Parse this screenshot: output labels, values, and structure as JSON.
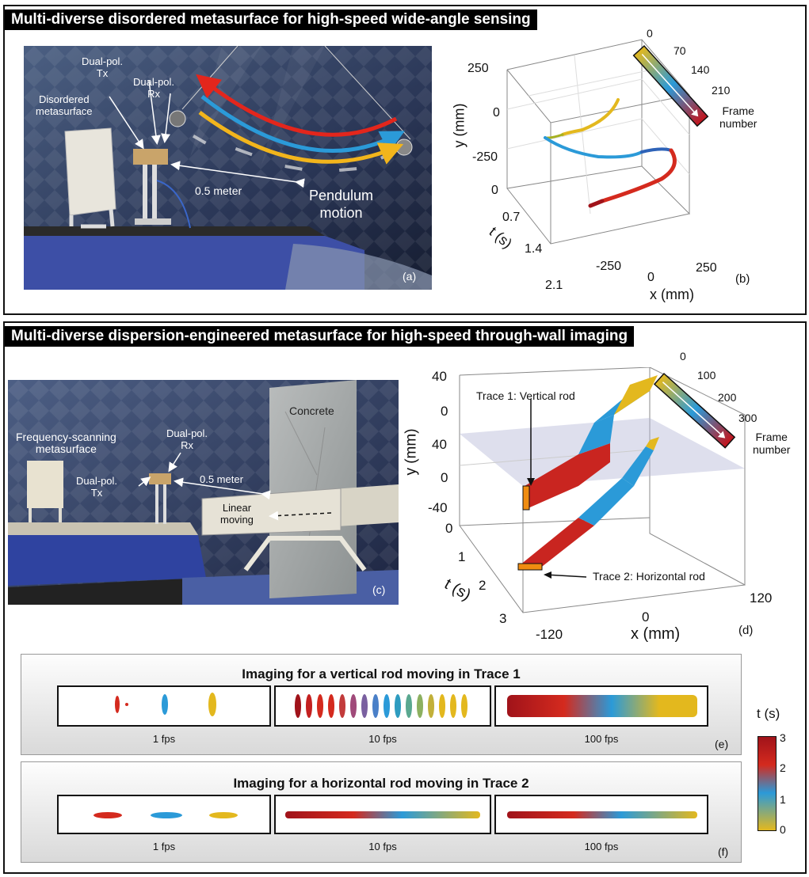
{
  "top": {
    "banner": "Multi-diverse disordered metasurface for high-speed wide-angle sensing",
    "photo": {
      "dual_tx": "Dual-pol.\nTx",
      "dual_rx": "Dual-pol.\nRx",
      "metasurface": "Disordered\nmetasurface",
      "distance": "0.5 meter",
      "motion": "Pendulum\nmotion",
      "panel": "(a)"
    },
    "plot": {
      "panel": "(b)",
      "ylabel": "y (mm)",
      "tlabel": "t (s)",
      "xlabel": "x (mm)",
      "yticks": [
        "250",
        "0",
        "-250"
      ],
      "tticks": [
        "0",
        "0.7",
        "1.4",
        "2.1"
      ],
      "xticks": [
        "-250",
        "0",
        "250"
      ],
      "colorbar_ticks": [
        "0",
        "70",
        "140",
        "210"
      ],
      "colorbar_label": "Frame\nnumber"
    }
  },
  "bottom": {
    "banner": "Multi-diverse dispersion-engineered metasurface for high-speed through-wall imaging",
    "photo": {
      "concrete": "Concrete",
      "metasurface": "Frequency-scanning\nmetasurface",
      "dual_rx": "Dual-pol.\nRx",
      "dual_tx": "Dual-pol.\nTx",
      "distance": "0.5 meter",
      "moving": "Linear\nmoving",
      "panel": "(c)"
    },
    "plot": {
      "panel": "(d)",
      "ylabel": "y (mm)",
      "tlabel": "t (s)",
      "xlabel": "x (mm)",
      "yticks": [
        "40",
        "0",
        "40",
        "0",
        "-40"
      ],
      "tticks": [
        "0",
        "1",
        "2",
        "3"
      ],
      "xticks": [
        "-120",
        "0",
        "120"
      ],
      "trace1": "Trace 1: Vertical rod",
      "trace2": "Trace 2: Horizontal rod",
      "colorbar_ticks": [
        "0",
        "100",
        "200",
        "300"
      ],
      "colorbar_label": "Frame\nnumber"
    },
    "strip_e": {
      "title": "Imaging for a vertical rod moving in Trace 1",
      "fps": [
        "1 fps",
        "10 fps",
        "100 fps"
      ],
      "panel": "(e)"
    },
    "strip_f": {
      "title": "Imaging for a horizontal rod moving in Trace 2",
      "fps": [
        "1 fps",
        "10 fps",
        "100 fps"
      ],
      "panel": "(f)"
    },
    "time_colorbar": {
      "label": "t (s)",
      "ticks": [
        "3",
        "2",
        "1",
        "0"
      ]
    }
  },
  "colors": {
    "red": "#d42a1e",
    "blue": "#2b9ad8",
    "yellow": "#e3b81e",
    "darkred": "#a0131a"
  }
}
